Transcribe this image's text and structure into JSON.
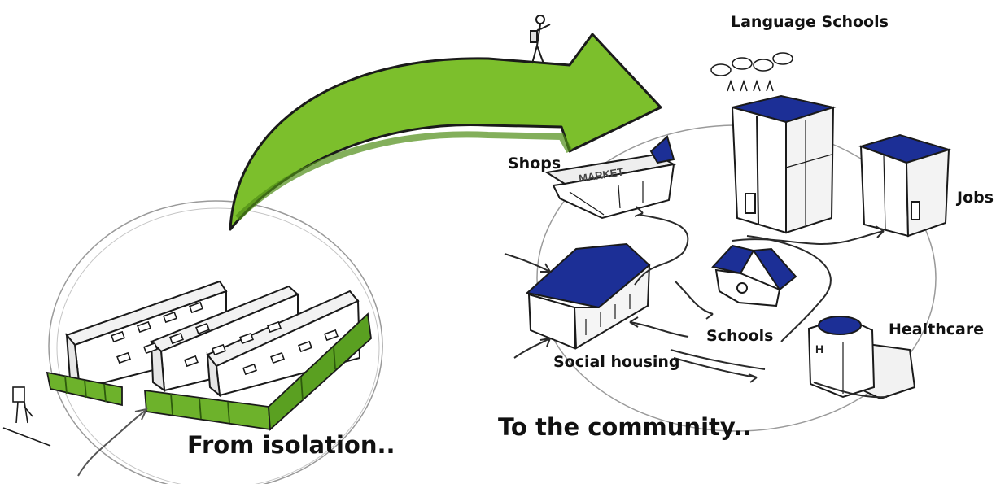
{
  "labels": {
    "language_schools": "Language Schools",
    "shops": "Shops",
    "jobs": "Jobs",
    "schools": "Schools",
    "healthcare": "Healthcare",
    "social_housing": "Social housing",
    "from_isolation": "From isolation..",
    "to_community": "To the community.."
  },
  "signs": {
    "market": "MARKET",
    "hospital": "H"
  },
  "colors": {
    "arrow_green": "#7cbf2c",
    "arrow_green_dark": "#4f8d15",
    "roof_blue": "#1c2f96",
    "fence_green": "#6db22b",
    "ink": "#1a1a1a",
    "circle": "#9a9a9a"
  }
}
